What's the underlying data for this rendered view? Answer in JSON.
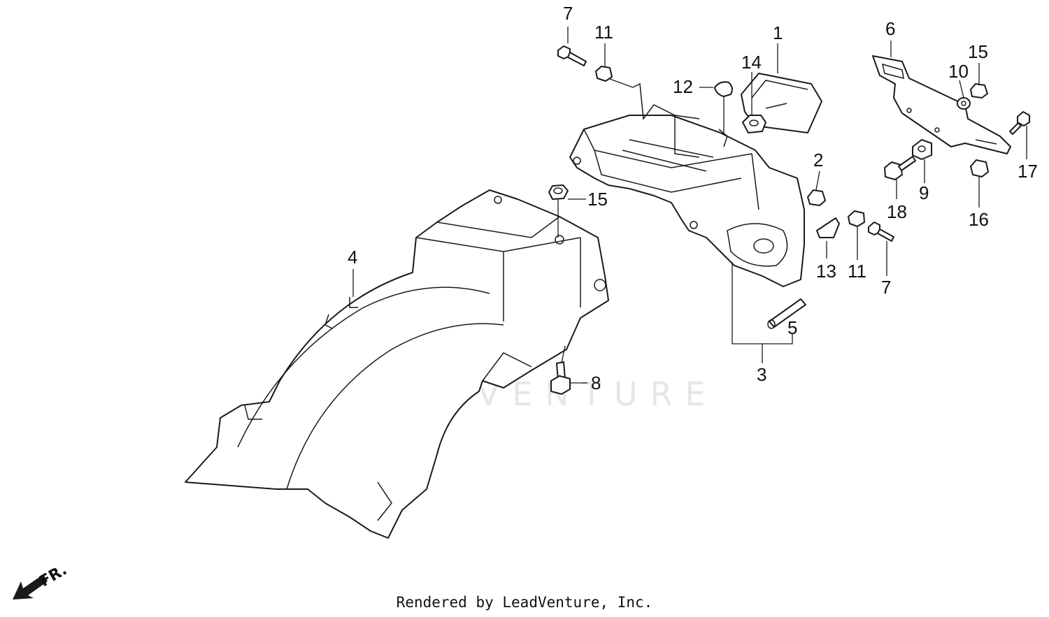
{
  "watermark": "LEADVENTURE",
  "footer": "Rendered by LeadVenture, Inc.",
  "direction_label": "FR.",
  "callouts": [
    "1",
    "2",
    "3",
    "4",
    "5",
    "6",
    "7",
    "7",
    "8",
    "9",
    "10",
    "11",
    "11",
    "12",
    "13",
    "14",
    "15",
    "15",
    "16",
    "17",
    "18"
  ],
  "colors": {
    "line": "#1a1a1a",
    "background": "#ffffff",
    "watermark": "#e6e6e6"
  }
}
